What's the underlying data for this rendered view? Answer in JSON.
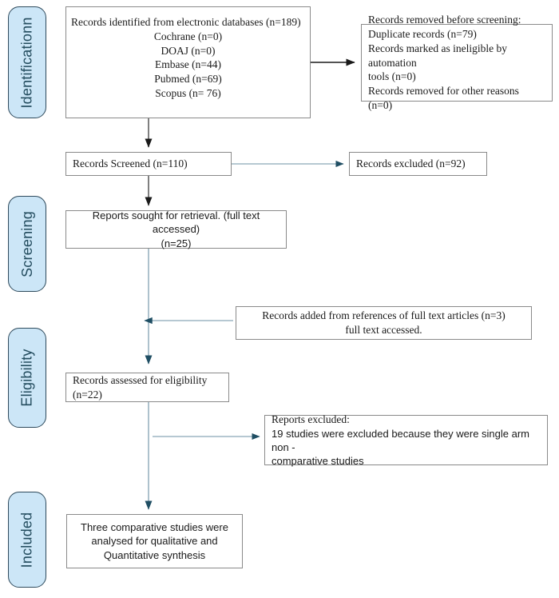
{
  "diagram": {
    "title": "PRISMA flow diagram",
    "stages": [
      {
        "id": "identification",
        "label": "Identificationn"
      },
      {
        "id": "screening",
        "label": "Screening"
      },
      {
        "id": "eligibility",
        "label": "Eligibility"
      },
      {
        "id": "included",
        "label": "Included"
      }
    ],
    "boxes": {
      "identified": {
        "lines": [
          "Records identified from electronic databases (n=189)",
          "Cochrane (n=0)",
          "DOAJ (n=0)",
          "Embase (n=44)",
          "Pubmed (n=69)",
          "Scopus (n= 76)"
        ]
      },
      "removed_before_screening": {
        "lines": [
          "Records removed before screening:",
          "Duplicate records (n=79)",
          "Records marked as ineligible by automation",
          "tools (n=0)",
          "Records removed for other reasons (n=0)"
        ]
      },
      "records_screened": {
        "lines": [
          "Records Screened (n=110)"
        ]
      },
      "records_excluded": {
        "lines": [
          "Records excluded (n=92)"
        ]
      },
      "reports_sought": {
        "lines": [
          "Reports sought for retrieval. (full text accessed)",
          "(n=25)"
        ]
      },
      "records_added": {
        "lines": [
          "Records added from references of full text articles (n=3)",
          "full text accessed."
        ]
      },
      "records_assessed": {
        "lines": [
          "Records assessed for eligibility (n=22)"
        ]
      },
      "reports_excluded": {
        "heading": "Reports excluded:",
        "lines": [
          "19 studies were excluded because they were single arm non -",
          "comparative studies"
        ]
      },
      "final_synthesis": {
        "lines": [
          "Three comparative studies were",
          "analysed for qualitative and",
          "Quantitative synthesis"
        ]
      }
    },
    "colors": {
      "stage_fill": "#cce6f7",
      "stage_border": "#2e4a5c",
      "stage_text": "#234c5e",
      "box_border": "#8a8a8a",
      "arrow_black": "#1a1a1a",
      "arrow_blue": "#8ba8b8",
      "arrow_head_blue": "#1f4e63"
    }
  }
}
